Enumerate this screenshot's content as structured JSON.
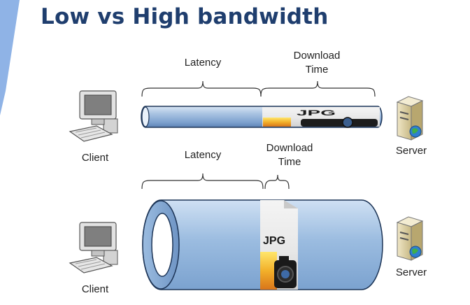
{
  "slide": {
    "title": "Low vs High bandwidth",
    "accent_color": "#8fb3e6",
    "title_color": "#1f3e6e"
  },
  "top_row": {
    "latency_label": "Latency",
    "download_label_line1": "Download",
    "download_label_line2": "Time",
    "client_label": "Client",
    "server_label": "Server",
    "file_label": "JPG"
  },
  "bottom_row": {
    "latency_label": "Latency",
    "download_label_line1": "Download",
    "download_label_line2": "Time",
    "client_label": "Client",
    "server_label": "Server",
    "file_label": "JPG"
  },
  "icons": {
    "client": "desktop-computer-icon",
    "server": "server-tower-icon",
    "file": "jpg-photo-file-icon"
  }
}
